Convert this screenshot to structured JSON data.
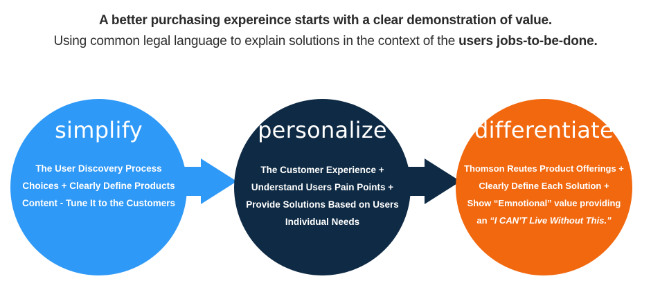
{
  "header": {
    "line1": "A better purchasing expereince starts with a clear demonstration of value.",
    "line2_prefix": "Using common legal language to explain solutions in the context of the ",
    "line2_bold": "users jobs-to-be-done."
  },
  "circles": [
    {
      "title": "simplify",
      "color": "#2f99f7",
      "lines": [
        "The User Discovery Process",
        "Choices + Clearly Define Products",
        "Content - Tune It to the Customers"
      ]
    },
    {
      "title": "personalize",
      "color": "#0e2a44",
      "lines": [
        "The Customer Experience +",
        "Understand Users Pain Points +",
        "Provide Solutions Based on Users",
        "Individual Needs"
      ]
    },
    {
      "title": "differentiate",
      "color": "#f1680f",
      "lines": [
        "Thomson Reutes Product Offerings +",
        "Clearly Define Each Solution +",
        "Show “Emnotional” value providing"
      ],
      "last_line_prefix": "an ",
      "last_line_emphasis": "“I CAN’T Live Without This.”"
    }
  ],
  "arrows": [
    {
      "name": "arrow-simplify-to-personalize",
      "color": "#2f99f7"
    },
    {
      "name": "arrow-personalize-to-differentiate",
      "color": "#0e2a44"
    }
  ]
}
